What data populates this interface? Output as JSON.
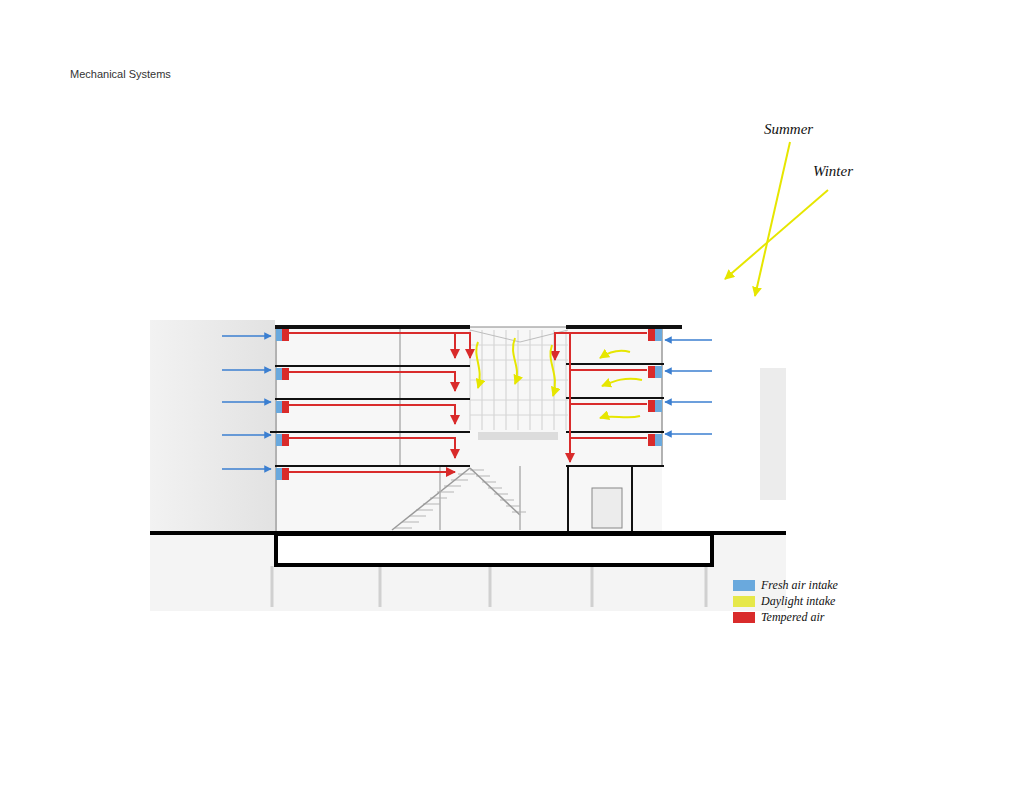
{
  "diagram": {
    "title": "Mechanical Systems",
    "labels": [
      "Summer",
      "Winter"
    ],
    "legend": [
      {
        "text": "Fresh air intake",
        "color": "#6aa9dd"
      },
      {
        "text": "Daylight intake",
        "color": "#e6e84a"
      },
      {
        "text": "Tempered air",
        "color": "#d92b2b"
      }
    ]
  }
}
